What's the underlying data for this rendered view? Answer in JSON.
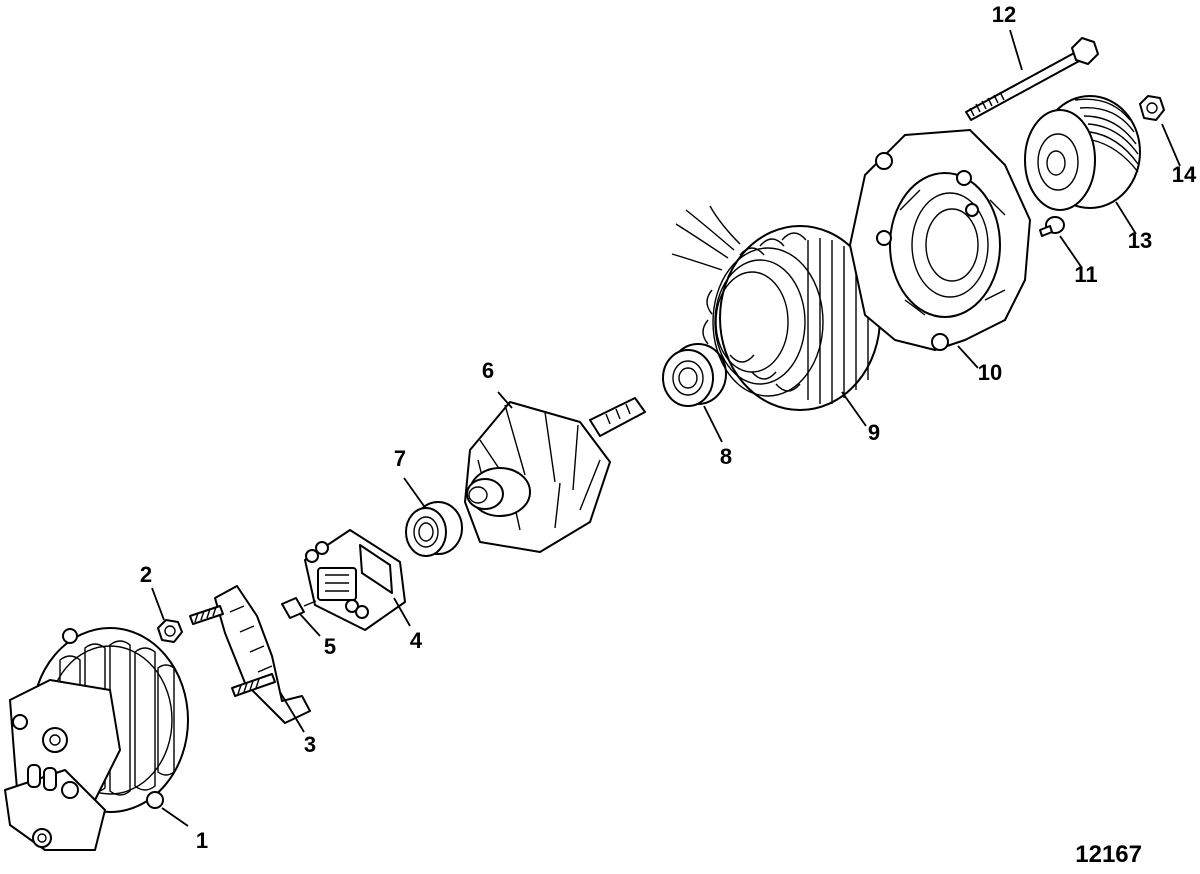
{
  "figure_number": "12167",
  "callouts": {
    "c1": "1",
    "c2": "2",
    "c3": "3",
    "c4": "4",
    "c5": "5",
    "c6": "6",
    "c7": "7",
    "c8": "8",
    "c9": "9",
    "c10": "10",
    "c11": "11",
    "c12": "12",
    "c13": "13",
    "c14": "14"
  }
}
